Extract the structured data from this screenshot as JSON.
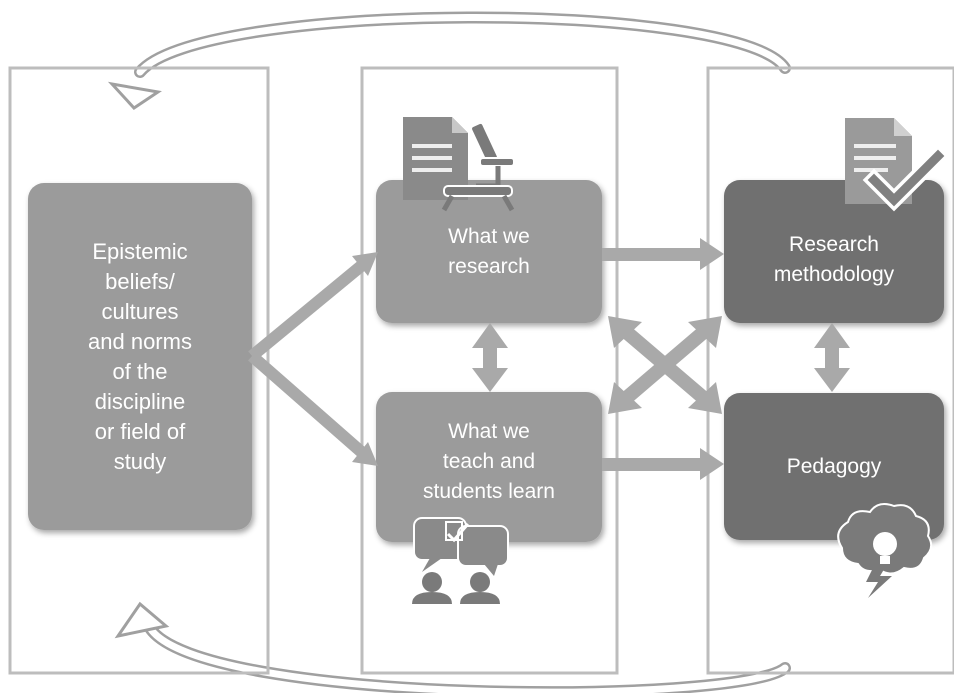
{
  "diagram": {
    "boxes": {
      "epistemic": "Epistemic\nbeliefs/\ncultures\nand norms\nof the\ndiscipline\nor field of\nstudy",
      "what_we_research": "What we\nresearch",
      "what_we_teach": "What we\nteach and\nstudents learn",
      "research_methodology": "Research\nmethodology",
      "pedagogy": "Pedagogy"
    },
    "icons": {
      "research": "document-microscope-icon",
      "teach": "speech-bubble-people-icon",
      "methodology": "document-checkmark-icon",
      "pedagogy": "brain-lightbulb-icon"
    },
    "colors": {
      "light_box": "#9b9b9b",
      "dark_box": "#6f6f6f",
      "arrow": "#a9a9a9",
      "panel_border": "#bdbdbd",
      "text": "#ffffff"
    }
  }
}
